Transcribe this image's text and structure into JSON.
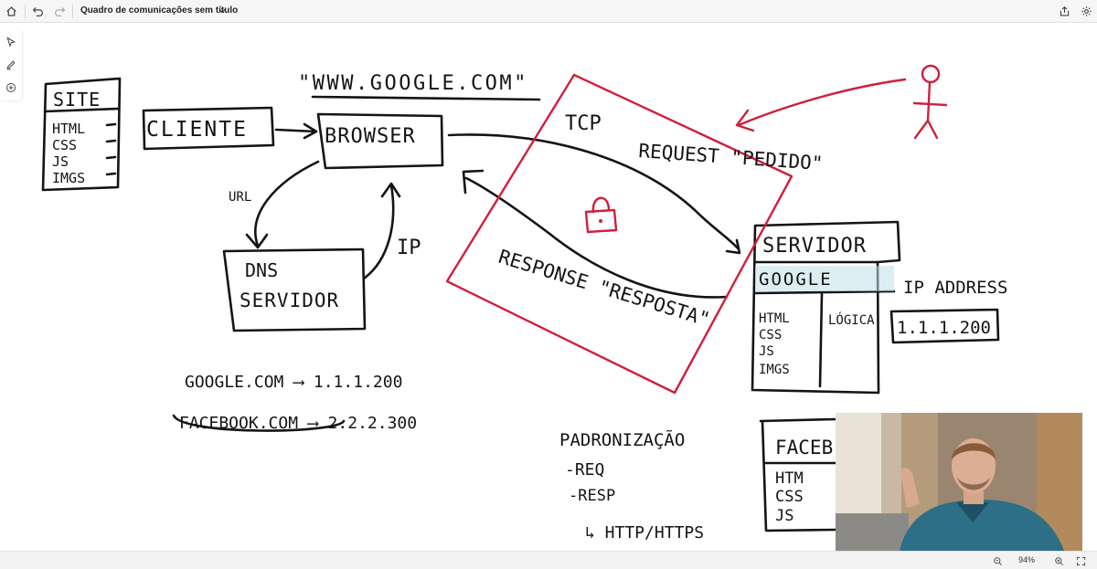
{
  "toolbar": {
    "title": "Quadro de comunicações sem título"
  },
  "board": {
    "quote_url": "\"WWW.GOOGLE.COM\"",
    "site_title": "SITE",
    "site_items": [
      "HTML",
      "CSS",
      "JS",
      "IMGS"
    ],
    "client": "CLIENTE",
    "browser": "BROWSER",
    "url_label": "URL",
    "ip_label": "IP",
    "dns_line1": "DNS",
    "dns_line2": "SERVIDOR",
    "tcp": "TCP",
    "request": "REQUEST \"PEDIDO\"",
    "response": "RESPONSE \"RESPOSTA\"",
    "server_title": "SERVIDOR",
    "server_name": "GOOGLE",
    "server_items": [
      "HTML",
      "CSS",
      "JS",
      "IMGS"
    ],
    "server_logic": "LÓGICA",
    "ip_address_label": "IP ADDRESS",
    "ip_address_value": "1.1.1.200",
    "dns_entry_1": "GOOGLE.COM ⟶ 1.1.1.200",
    "dns_entry_2": "FACEBOOK.COM ⟶ 2.2.2.300",
    "standard_title": "PADRONIZAÇÃO",
    "standard_items": [
      "-REQ",
      "-RESP",
      "↳ HTTP/HTTPS"
    ],
    "facebook_title": "FACEB",
    "facebook_items": [
      "HTM",
      "CSS",
      "JS"
    ]
  },
  "statusbar": {
    "zoom": "94%"
  },
  "colors": {
    "ink": "#141414",
    "red_ink": "#d01f3c",
    "highlight": "#bfe0e6"
  }
}
